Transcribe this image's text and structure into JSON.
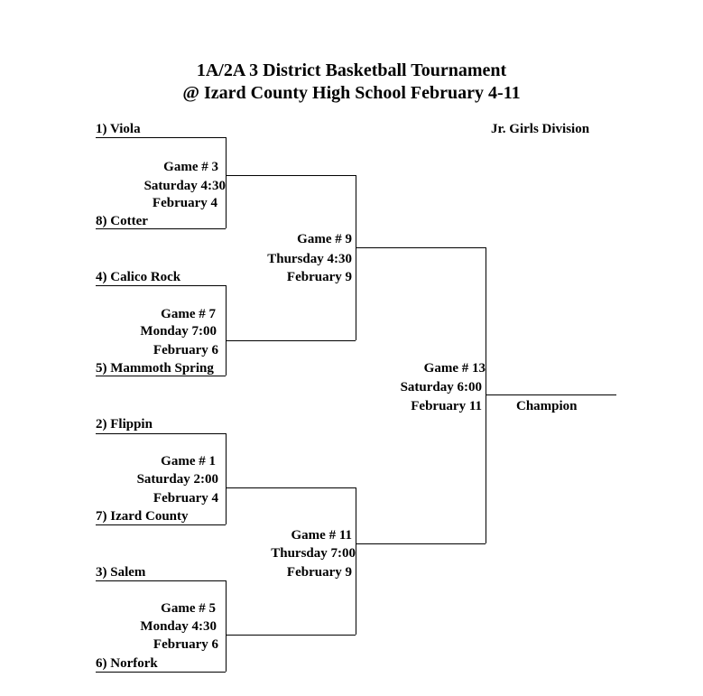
{
  "title": {
    "line1": "1A/2A 3 District Basketball Tournament",
    "line2": "@ Izard County High School February 4-11"
  },
  "division": "Jr. Girls Division",
  "teams": {
    "viola": "1)  Viola",
    "cotter": "8)  Cotter",
    "calico_rock": "4)  Calico Rock",
    "mammoth_spring": "5)  Mammoth Spring",
    "flippin": "2)  Flippin",
    "izard_county": "7)  Izard County",
    "salem": "3)  Salem",
    "norfork": "6)  Norfork"
  },
  "games": {
    "g3": {
      "game": "Game # 3",
      "time": "Saturday 4:30",
      "date": "February 4"
    },
    "g7": {
      "game": "Game # 7",
      "time": "Monday 7:00",
      "date": "February 6"
    },
    "g1": {
      "game": "Game # 1",
      "time": "Saturday 2:00",
      "date": "February 4"
    },
    "g5": {
      "game": "Game # 5",
      "time": "Monday 4:30",
      "date": "February 6"
    },
    "g9": {
      "game": "Game # 9",
      "time": "Thursday 4:30",
      "date": "February 9"
    },
    "g11": {
      "game": "Game # 11",
      "time": "Thursday 7:00",
      "date": "February 9"
    },
    "g13": {
      "game": "Game # 13",
      "time": "Saturday 6:00",
      "date": "February 11"
    }
  },
  "champion": "Champion"
}
